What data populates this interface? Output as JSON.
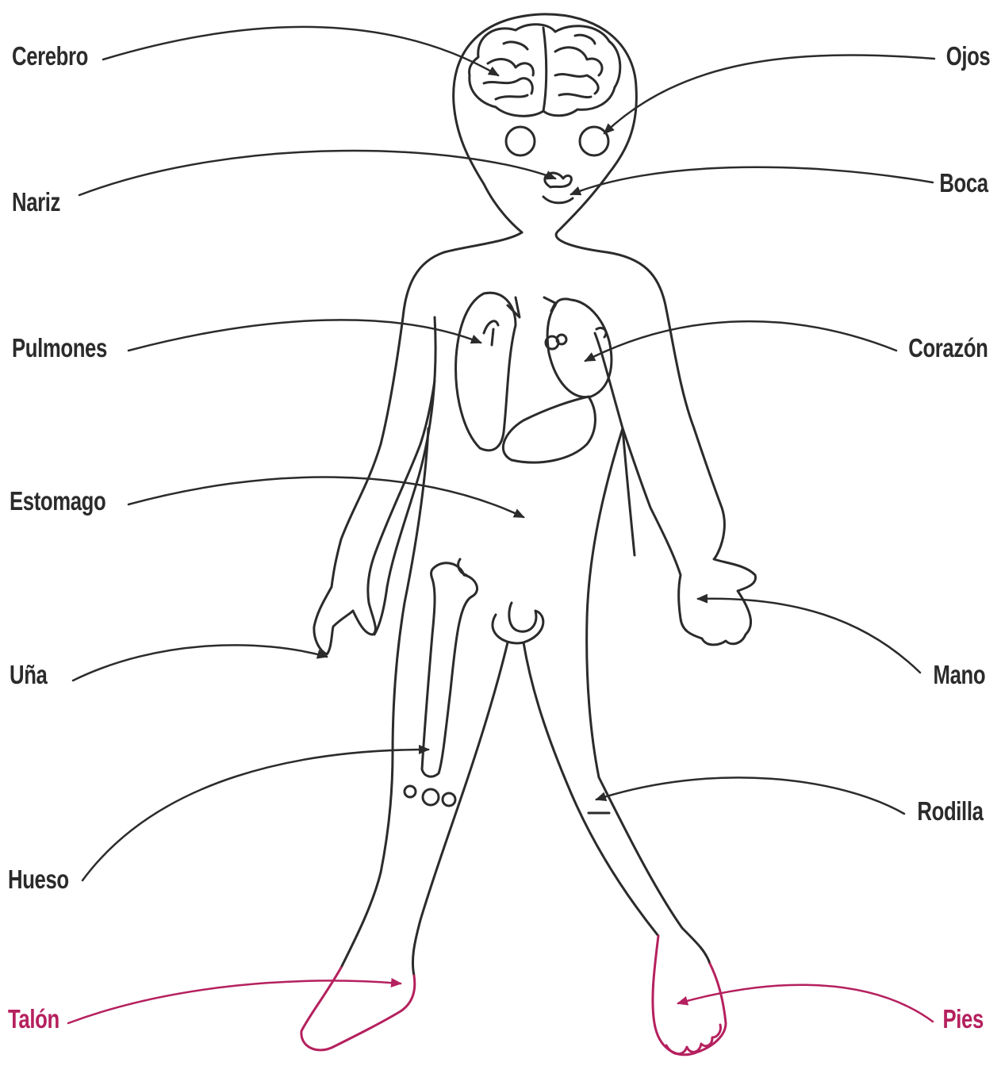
{
  "labels": {
    "cerebro": "Cerebro",
    "nariz": "Nariz",
    "pulmones": "Pulmones",
    "estomago": "Estomago",
    "una": "Uña",
    "hueso": "Hueso",
    "talon": "Talón",
    "ojos": "Ojos",
    "boca": "Boca",
    "corazon": "Corazón",
    "mano": "Mano",
    "rodilla": "Rodilla",
    "pies": "Pies"
  },
  "colors": {
    "line": "#2b2b2b",
    "text": "#2b2b2b",
    "accent": "#b5205e"
  }
}
